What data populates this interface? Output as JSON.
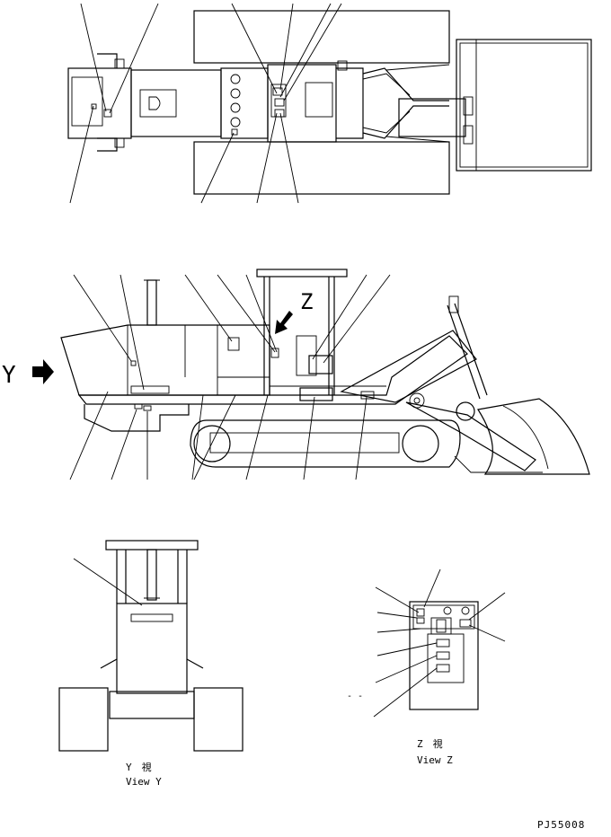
{
  "side_view": {
    "marker_y": "Y",
    "marker_z": "Z"
  },
  "view_y": {
    "caption_jp": "Y　視",
    "caption_en": "View Y"
  },
  "view_z": {
    "caption_jp": "Z　視",
    "caption_en": "View Z",
    "dash_mark": "- -"
  },
  "drawing_number": "PJ55008"
}
